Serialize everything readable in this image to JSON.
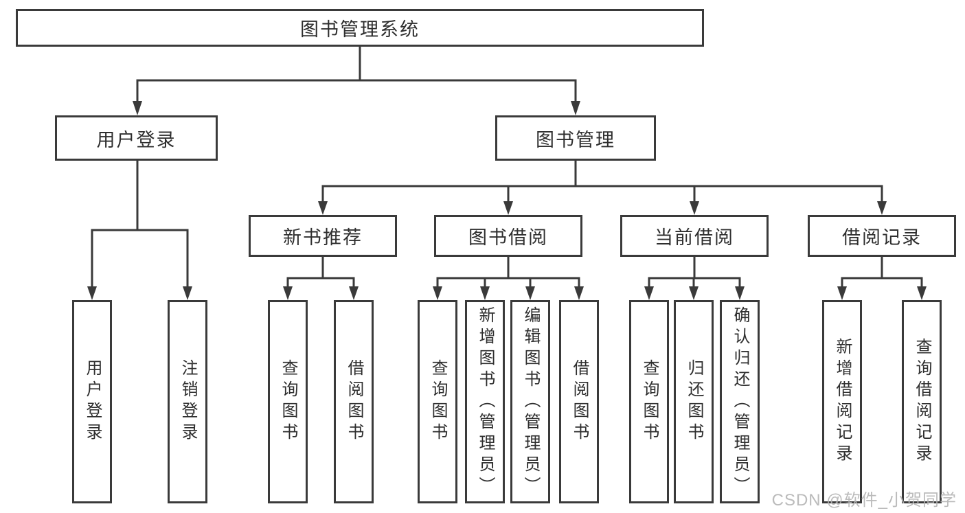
{
  "watermark": "CSDN @软件_小贺同学",
  "colors": {
    "line": "#3a3a3a",
    "box_border": "#3a3a3a",
    "text": "#2e2e2e",
    "watermark": "#b4b4b4",
    "background": "#ffffff"
  },
  "nodes": {
    "root": "图书管理系统",
    "level2": [
      "用户登录",
      "图书管理"
    ],
    "level3": [
      "新书推荐",
      "图书借阅",
      "当前借阅",
      "借阅记录"
    ],
    "leaves": [
      "用户登录",
      "注销登录",
      "查询图书",
      "借阅图书",
      "查询图书",
      "新增图书（管理员）",
      "编辑图书（管理员）",
      "借阅图书",
      "查询图书",
      "归还图书",
      "确认归还（管理员）",
      "新增借阅记录",
      "查询借阅记录"
    ]
  },
  "hierarchy": {
    "图书管理系统": [
      "用户登录",
      "图书管理"
    ],
    "用户登录": [
      "用户登录",
      "注销登录"
    ],
    "图书管理": [
      "新书推荐",
      "图书借阅",
      "当前借阅",
      "借阅记录"
    ],
    "新书推荐": [
      "查询图书",
      "借阅图书"
    ],
    "图书借阅": [
      "查询图书",
      "新增图书（管理员）",
      "编辑图书（管理员）",
      "借阅图书"
    ],
    "当前借阅": [
      "查询图书",
      "归还图书",
      "确认归还（管理员）"
    ],
    "借阅记录": [
      "新增借阅记录",
      "查询借阅记录"
    ]
  }
}
